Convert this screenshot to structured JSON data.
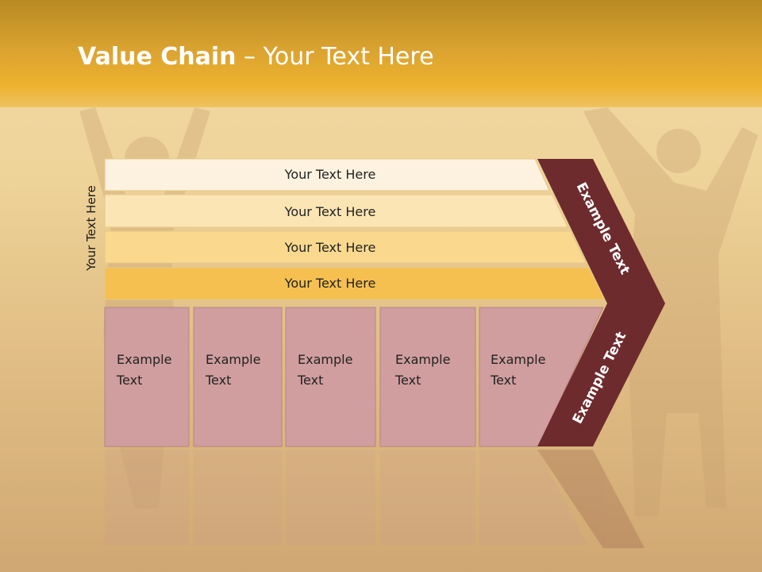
{
  "title": {
    "bold": "Value Chain",
    "rest": " – Your Text Here"
  },
  "side_label": "Your Text Here",
  "support_rows": [
    {
      "label": "Your Text Here",
      "color": "#fdf2df"
    },
    {
      "label": "Your Text Here",
      "color": "#fce5b4"
    },
    {
      "label": "Your Text Here",
      "color": "#fad98f"
    },
    {
      "label": "Your Text Here",
      "color": "#f6c050"
    }
  ],
  "primary_boxes": [
    {
      "line1": "Example",
      "line2": "Text"
    },
    {
      "line1": "Example",
      "line2": "Text"
    },
    {
      "line1": "Example",
      "line2": "Text"
    },
    {
      "line1": "Example",
      "line2": "Text"
    },
    {
      "line1": "Example",
      "line2": "Text"
    }
  ],
  "chevron": {
    "upper_label": "Example Text",
    "lower_label": "Example Text",
    "color": "#6d2b2e"
  },
  "box_color": "#d09e9f"
}
